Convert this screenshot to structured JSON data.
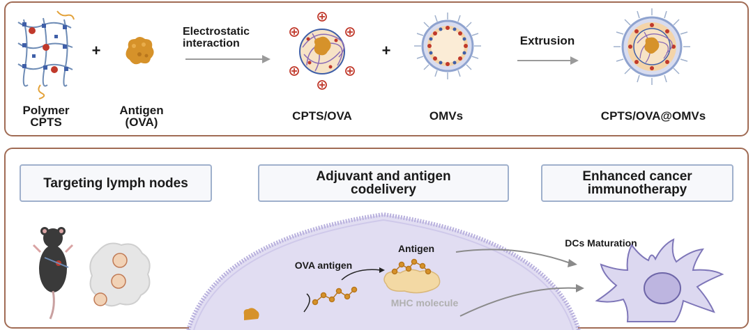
{
  "top": {
    "polymer_line1": "Polymer",
    "polymer_line2": "CPTS",
    "plus1": "+",
    "antigen_line1": "Antigen",
    "antigen_line2": "(OVA)",
    "arrow1_line1": "Electrostatic",
    "arrow1_line2": "interaction",
    "cpts_ova": "CPTS/OVA",
    "plus2": "+",
    "omvs": "OMVs",
    "arrow2": "Extrusion",
    "final": "CPTS/OVA@OMVs"
  },
  "bottom": {
    "box1": "Targeting lymph nodes",
    "box2_line1": "Adjuvant and antigen",
    "box2_line2": "codelivery",
    "box3_line1": "Enhanced cancer",
    "box3_line2": "immunotherapy",
    "ova_antigen": "OVA antigen",
    "antigen": "Antigen",
    "mhc": "MHC molecule",
    "dcs": "DCs Maturation"
  },
  "colors": {
    "frame": "#a06b54",
    "box_border": "#9fb0cc",
    "ova": "#d6922a",
    "cell": "#d9d5ee",
    "omv_red": "#c0392b",
    "omv_blue": "#3f5fa8"
  }
}
